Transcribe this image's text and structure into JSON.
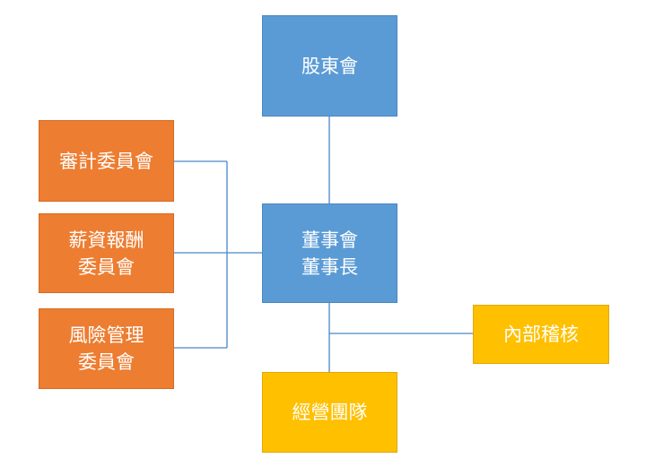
{
  "colors": {
    "board": "#5b9bd5",
    "committee": "#ed7d31",
    "operations": "#ffc000",
    "connector": "#4a86c8"
  },
  "nodes": {
    "shareholders": {
      "lines": [
        "股東會"
      ]
    },
    "board": {
      "lines": [
        "董事會",
        "董事長"
      ]
    },
    "audit_committee": {
      "lines": [
        "審計委員會"
      ]
    },
    "compensation_committee": {
      "lines": [
        "薪資報酬",
        "委員會"
      ]
    },
    "risk_committee": {
      "lines": [
        "風險管理",
        "委員會"
      ]
    },
    "internal_audit": {
      "lines": [
        "內部稽核"
      ]
    },
    "management_team": {
      "lines": [
        "經營團隊"
      ]
    }
  }
}
